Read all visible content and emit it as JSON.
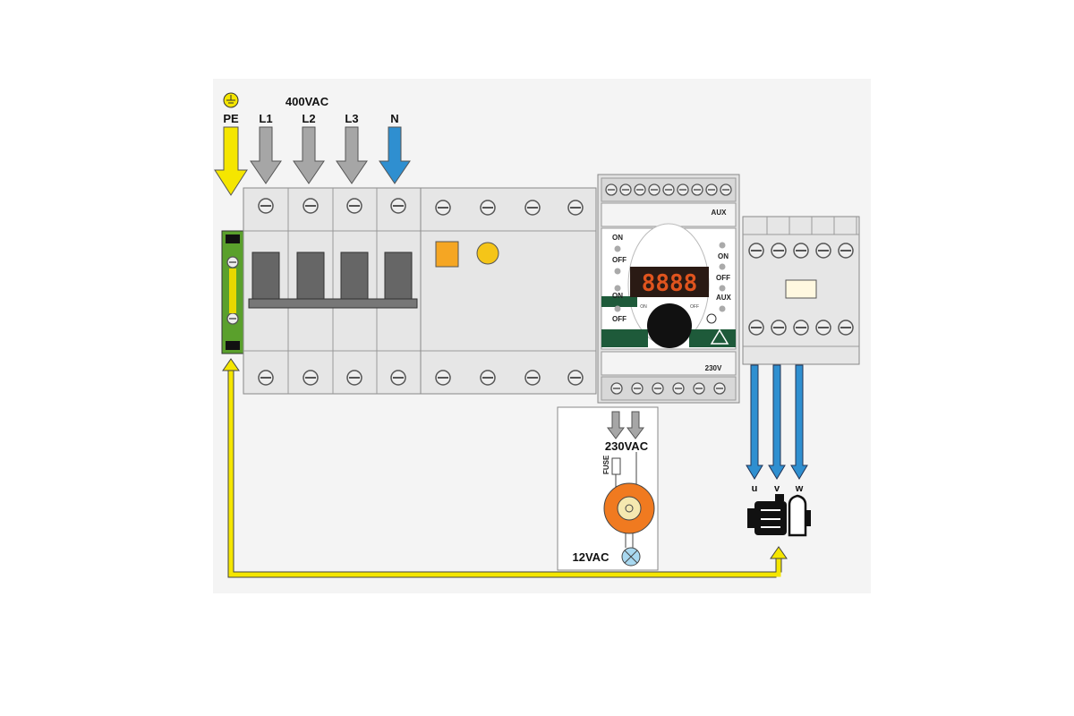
{
  "supply": {
    "voltage": "400VAC",
    "phases": [
      {
        "label": "L1",
        "color": "#a6a6a6"
      },
      {
        "label": "L2",
        "color": "#a6a6a6"
      },
      {
        "label": "L3",
        "color": "#a6a6a6"
      },
      {
        "label": "N",
        "color": "#2f8fd0"
      }
    ],
    "earth": {
      "label": "PE",
      "color": "#f5e600"
    }
  },
  "controller": {
    "display": "8888",
    "on1": "ON",
    "off1": "OFF",
    "on2": "ON",
    "off2": "OFF",
    "on_right": "ON",
    "off_right": "OFF",
    "aux": "AUX",
    "aux_top": "AUX",
    "bottom_voltage": "230V",
    "knob_left": "ON",
    "knob_right": "OFF",
    "accent": "#1e5a3a",
    "display_color": "#e0541e"
  },
  "transformer_box": {
    "voltage_in": "230VAC",
    "fuse": "FUSE",
    "voltage_out": "12VAC"
  },
  "motor": {
    "phases": [
      "u",
      "v",
      "w"
    ],
    "wire_color": "#2f8fd0"
  },
  "colors": {
    "earth_wire": "#f5e600",
    "transformer": "#f07a20"
  }
}
